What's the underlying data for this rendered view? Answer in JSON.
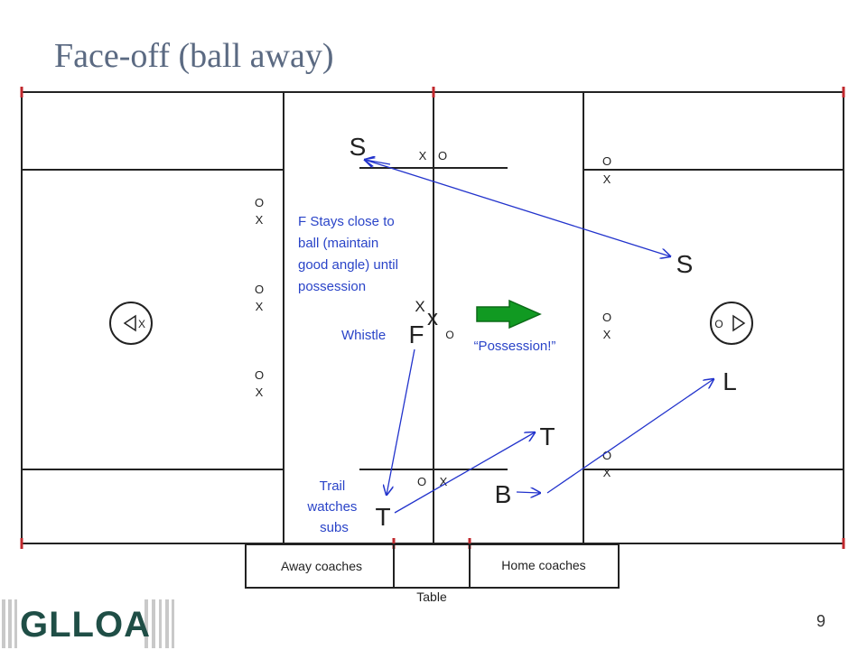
{
  "title": "Face-off (ball away)",
  "page_number": "9",
  "logo": "GLLOA",
  "colors": {
    "arrow_blue": "#2233cc",
    "possession_arrow": "#119a22",
    "boundary_ticks": "#c0282d"
  },
  "labels": {
    "S_top": "S",
    "S_right": "S",
    "F": "F",
    "L": "L",
    "T_mid": "T",
    "T_bottom": "T",
    "B": "B"
  },
  "annotations": {
    "f_note": [
      "F Stays close to",
      "ball (maintain",
      "good angle) until",
      "possession"
    ],
    "whistle": "Whistle",
    "possession": "“Possession!”",
    "trail_note": [
      "Trail",
      "watches",
      "subs"
    ]
  },
  "marks": {
    "x": "X",
    "o": "O",
    "ball": "x"
  },
  "table": {
    "away": "Away coaches",
    "home": "Home coaches",
    "label": "Table"
  }
}
